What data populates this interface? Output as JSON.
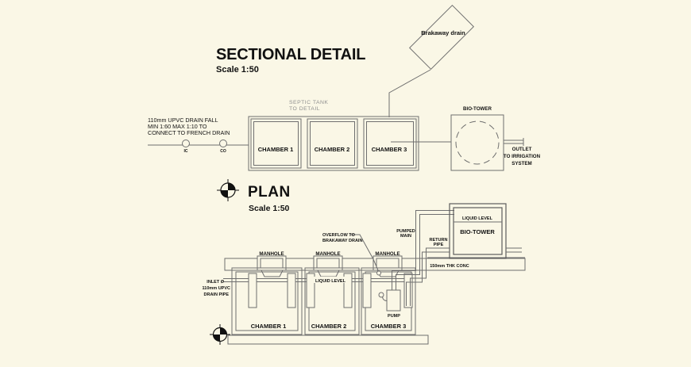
{
  "colors": {
    "background": "#faf7e6",
    "line": "#6f6f6f",
    "text": "#111111",
    "muted_text": "#8f8f8f"
  },
  "sectional": {
    "title": "SECTIONAL DETAIL",
    "scale": "Scale 1:50",
    "breakaway_drain": "Brakaway drain",
    "septic_note": [
      "SEPTIC TANK",
      "TO DETAIL"
    ],
    "drain_note": [
      "110mm UPVC DRAIN FALL",
      "MIN 1:60 MAX 1:10 TO",
      "CONNECT TO FRENCH DRAIN"
    ],
    "fitting_labels": [
      "IC",
      "CO"
    ],
    "chambers": [
      "CHAMBER 1",
      "CHAMBER 2",
      "CHAMBER 3"
    ],
    "bio_tower": "BIO-TOWER",
    "outlet_note": [
      "OUTLET",
      "TO IRRIGATION",
      "SYSTEM"
    ]
  },
  "plan": {
    "title": "PLAN",
    "scale": "Scale 1:50",
    "manholes": [
      "MANHOLE",
      "MANHOLE",
      "MANHOLE"
    ],
    "overflow_note": [
      "OVERFLOW TO",
      "BRAKAWAY DRAIN"
    ],
    "pumped_main": [
      "PUMPED",
      "MAIN"
    ],
    "return_pipe": [
      "RETURN",
      "PIPE"
    ],
    "liquid_level": "LIQUID LEVEL",
    "inlet_note": [
      "INLET Ø",
      "110mm UPVC",
      "DRAIN PIPE"
    ],
    "chambers": [
      "CHAMBER 1",
      "CHAMBER 2",
      "CHAMBER 3"
    ],
    "pump": "PUMP",
    "bio_tower": {
      "liquid_level": "LIQUID LEVEL",
      "label": "BIO-TOWER"
    },
    "ground_note": "150mm THK CONC"
  }
}
